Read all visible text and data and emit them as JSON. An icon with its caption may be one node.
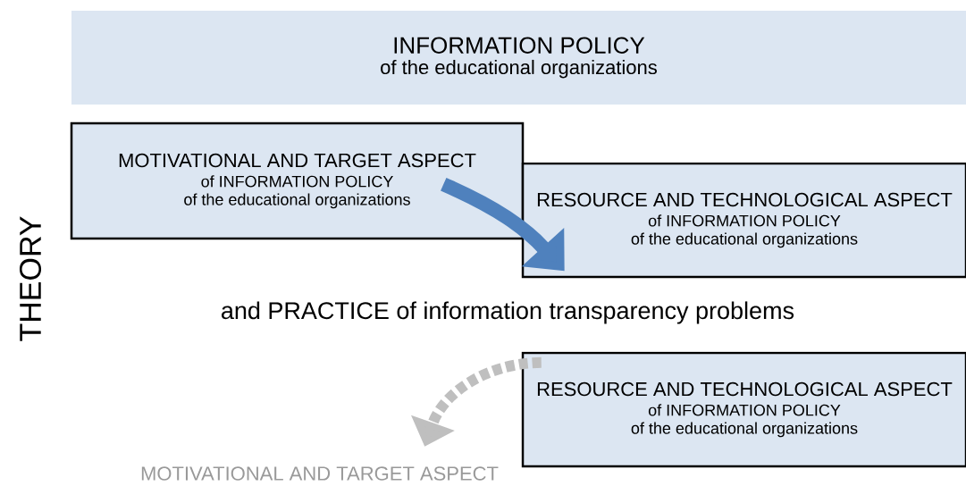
{
  "diagram": {
    "nodes": [
      {
        "text": [
          "INFORMATION POLICY",
          "of the educational organizations"
        ]
      },
      {
        "text": [
          "MOTIVATIONAL AND TARGET ASPECT",
          "of INFORMATION POLICY",
          "of the educational organizations"
        ]
      },
      {
        "text": [
          "RESOURCE AND TECHNOLOGICAL ASPECT",
          "of INFORMATION POLICY",
          "of the educational organizations"
        ]
      },
      {
        "text": [
          "RESOURCE AND TECHNOLOGICAL ASPECT",
          "of INFORMATION POLICY",
          "of the educational organizations"
        ]
      },
      {
        "text": [
          "MOTIVATIONAL AND TARGET ASPECT"
        ]
      }
    ],
    "edges": [
      {
        "from": 1,
        "to": 2,
        "arrow": "to",
        "color": "#4f81bd"
      },
      {
        "from": 3,
        "to": 4,
        "arrow": "to",
        "style": "dashed",
        "color": "#bfbfbf"
      }
    ],
    "labels": [
      "THEORY",
      "and PRACTICE of information transparency problems"
    ]
  }
}
